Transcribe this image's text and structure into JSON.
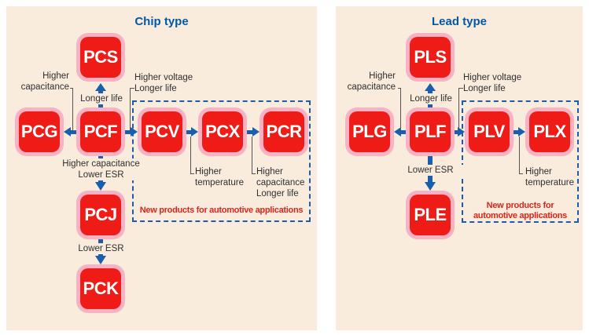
{
  "colors": {
    "background": "#ffffff",
    "panel_bg": "#f9ecdc",
    "node_fill": "#ee1b17",
    "node_border": "#f9b1c4",
    "node_text": "#ffffff",
    "arrow_blue": "#1a5fae",
    "title_blue": "#0058a8",
    "label_text": "#2f2f2f",
    "note_red": "#d9261c",
    "dash_border": "#1c5cae",
    "connector_gray": "#555555"
  },
  "panels": [
    {
      "title": "Chip type",
      "nodes": {
        "pcs": "PCS",
        "pcg": "PCG",
        "pcf": "PCF",
        "pcv": "PCV",
        "pcx": "PCX",
        "pcr": "PCR",
        "pcj": "PCJ",
        "pck": "PCK"
      },
      "labels": {
        "higher_capacitance": "Higher\ncapacitance",
        "longer_life": "Longer life",
        "higher_voltage_longer_life": "Higher voltage\nLonger life",
        "higher_capacitance_lower_esr": "Higher capacitance\nLower ESR",
        "lower_esr": "Lower ESR",
        "higher_temperature": "Higher\ntemperature",
        "higher_capacitance_longer_life": "Higher\ncapacitance\nLonger life",
        "note": "New products for automotive applications"
      }
    },
    {
      "title": "Lead type",
      "nodes": {
        "pls": "PLS",
        "plg": "PLG",
        "plf": "PLF",
        "plv": "PLV",
        "plx": "PLX",
        "ple": "PLE"
      },
      "labels": {
        "higher_capacitance": "Higher\ncapacitance",
        "longer_life": "Longer life",
        "higher_voltage_longer_life": "Higher voltage\nLonger life",
        "lower_esr": "Lower ESR",
        "higher_temperature": "Higher\ntemperature",
        "note": "New products for\nautomotive applications"
      }
    }
  ]
}
